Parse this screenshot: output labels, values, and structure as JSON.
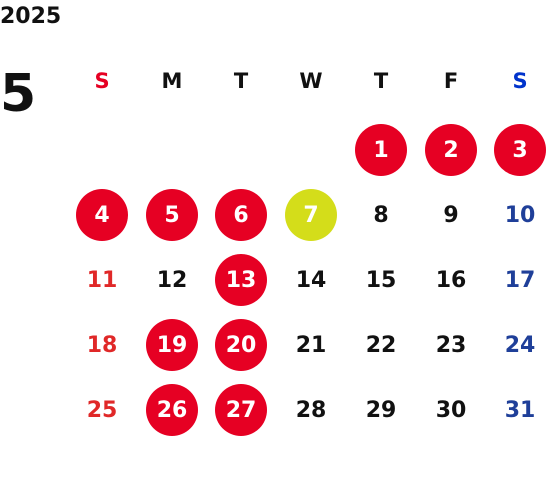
{
  "year": "2025",
  "month": "5",
  "colors": {
    "sunday": "#e60023",
    "saturday": "#0033cc",
    "saturday_date": "#1f3f99",
    "sunday_date": "#e02828",
    "holiday_circle": "#e60023",
    "today_circle": "#d4dd1a",
    "weekday_text": "#111111"
  },
  "weekdays": [
    "S",
    "M",
    "T",
    "W",
    "T",
    "F",
    "S"
  ],
  "weeks": [
    [
      null,
      null,
      null,
      null,
      {
        "d": "1",
        "mark": "circle"
      },
      {
        "d": "2",
        "mark": "circle"
      },
      {
        "d": "3",
        "mark": "circle"
      }
    ],
    [
      {
        "d": "4",
        "mark": "circle"
      },
      {
        "d": "5",
        "mark": "circle"
      },
      {
        "d": "6",
        "mark": "circle"
      },
      {
        "d": "7",
        "mark": "today"
      },
      {
        "d": "8"
      },
      {
        "d": "9"
      },
      {
        "d": "10"
      }
    ],
    [
      {
        "d": "11"
      },
      {
        "d": "12"
      },
      {
        "d": "13",
        "mark": "circle"
      },
      {
        "d": "14"
      },
      {
        "d": "15"
      },
      {
        "d": "16"
      },
      {
        "d": "17"
      }
    ],
    [
      {
        "d": "18"
      },
      {
        "d": "19",
        "mark": "circle"
      },
      {
        "d": "20",
        "mark": "circle"
      },
      {
        "d": "21"
      },
      {
        "d": "22"
      },
      {
        "d": "23"
      },
      {
        "d": "24"
      }
    ],
    [
      {
        "d": "25"
      },
      {
        "d": "26",
        "mark": "circle"
      },
      {
        "d": "27",
        "mark": "circle"
      },
      {
        "d": "28"
      },
      {
        "d": "29"
      },
      {
        "d": "30"
      },
      {
        "d": "31"
      }
    ]
  ]
}
